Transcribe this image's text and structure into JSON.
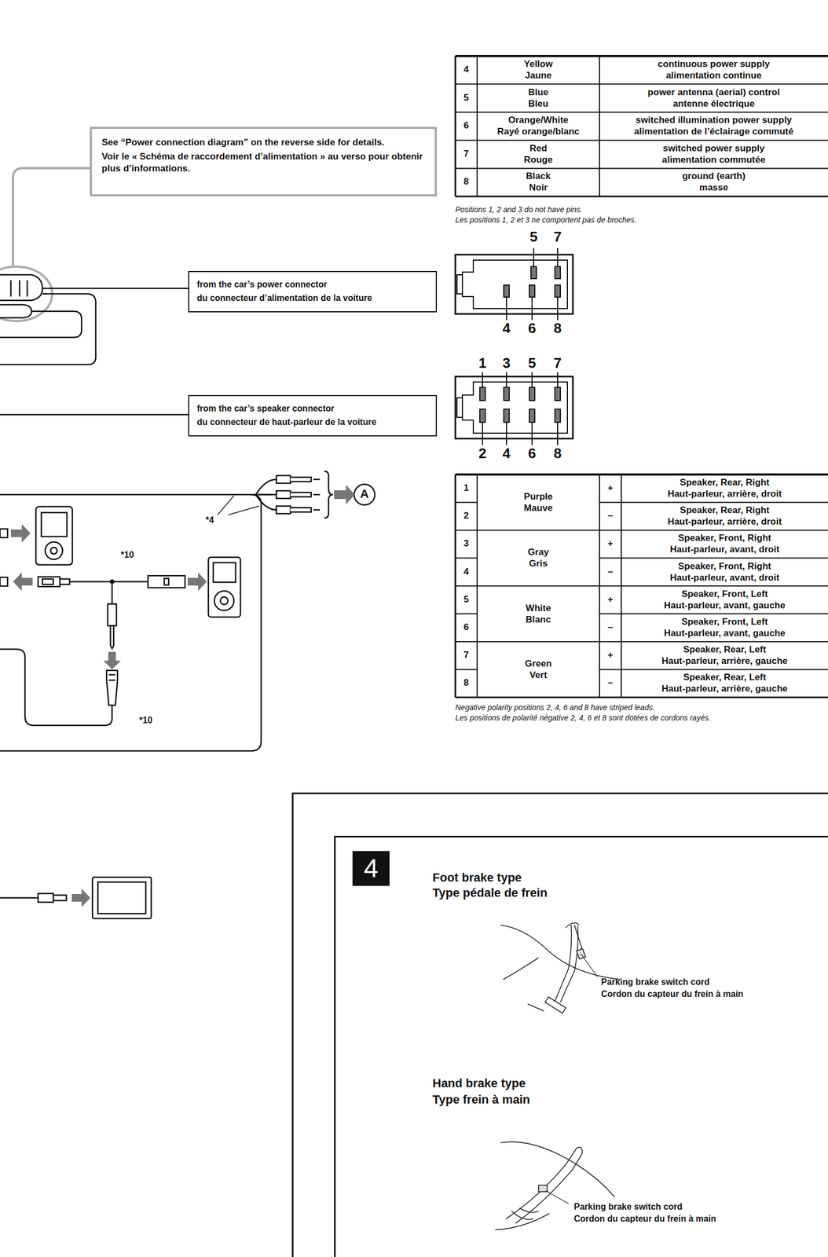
{
  "diagram": {
    "nodes": [
      {
        "text": [
          "See “Power connection diagram” on the reverse side for details.",
          "Voir le « Schéma de raccordement d’alimentation » au verso pour obtenir plus d’informations."
        ]
      },
      {
        "text": [
          "from the car’s power connector",
          "du connecteur d’alimentation de la voiture"
        ]
      },
      {
        "text": [
          "from the car’s speaker connector",
          "du connecteur de haut-parleur de la voiture"
        ]
      },
      {
        "text": [
          "Foot brake type",
          "Type pédale de frein",
          "Parking brake switch cord",
          "Cordon du capteur du frein à main",
          "Hand brake type",
          "Type frein à main",
          "Parking brake switch cord",
          "Cordon du capteur du frein à main"
        ]
      },
      {
        "text": [
          "4"
        ],
        "in": 3
      }
    ],
    "labels": [
      "4",
      "Yellow",
      "Jaune",
      "continuous power supply",
      "alimentation continue",
      "5",
      "Blue",
      "Bleu",
      "power antenna (aerial) control",
      "antenne électrique",
      "6",
      "Orange/White",
      "Rayé orange/blanc",
      "switched illumination power supply",
      "alimentation de l’éclairage commuté",
      "7",
      "Red",
      "Rouge",
      "switched power supply",
      "alimentation commutée",
      "8",
      "Black",
      "Noir",
      "ground (earth)",
      "masse",
      "Positions 1, 2 and 3 do not have pins.",
      "Les positions 1, 2 et 3 ne comportent pas de broches.",
      "5",
      "7",
      "4",
      "6",
      "8",
      "1",
      "3",
      "5",
      "7",
      "2",
      "4",
      "6",
      "8",
      "1",
      "Purple",
      "Mauve",
      "+",
      "Speaker, Rear, Right",
      "Haut-parleur, arrière, droit",
      "2",
      "–",
      "Speaker, Rear, Right",
      "Haut-parleur, arrière, droit",
      "3",
      "Gray",
      "Gris",
      "+",
      "Speaker, Front, Right",
      "Haut-parleur, avant, droit",
      "4",
      "–",
      "Speaker, Front, Right",
      "Haut-parleur, avant, droit",
      "5",
      "White",
      "Blanc",
      "+",
      "Speaker, Front, Left",
      "Haut-parleur, avant, gauche",
      "6",
      "–",
      "Speaker, Front, Left",
      "Haut-parleur, avant, gauche",
      "7",
      "Green",
      "Vert",
      "+",
      "Speaker, Rear, Left",
      "Haut-parleur, arrière, gauche",
      "8",
      "–",
      "Speaker, Rear, Left",
      "Haut-parleur, arrière, gauche",
      "Negative polarity positions 2, 4, 6 and 8 have striped leads.",
      "Les positions de polarité négative 2, 4, 6 et 8 sont dotées de cordons rayés.",
      "*4",
      "*10",
      "*10",
      "A"
    ]
  }
}
